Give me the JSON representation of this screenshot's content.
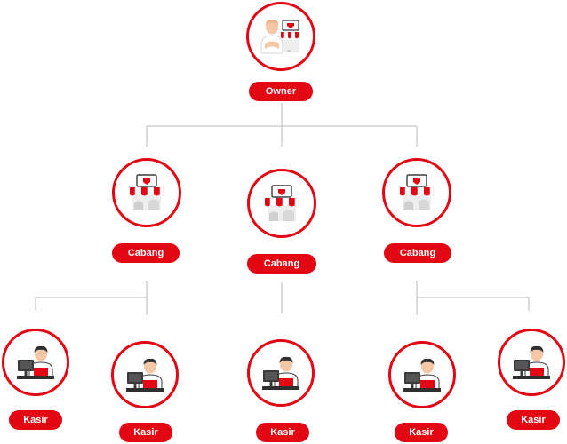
{
  "colors": {
    "accent": "#e30613",
    "connector": "#c8c8c8",
    "skin": "#f4c7a6",
    "hair": "#2f2f2f",
    "gray": "#cfcfcf",
    "dark": "#3a3a3a"
  },
  "icons": {
    "owner": "owner-icon",
    "branch": "store-icon",
    "cashier": "cashier-icon"
  },
  "owner": {
    "label": "Owner"
  },
  "branches": [
    {
      "label": "Cabang"
    },
    {
      "label": "Cabang"
    },
    {
      "label": "Cabang"
    }
  ],
  "cashiers": [
    {
      "label": "Kasir"
    },
    {
      "label": "Kasir"
    },
    {
      "label": "Kasir"
    },
    {
      "label": "Kasir"
    },
    {
      "label": "Kasir"
    }
  ]
}
